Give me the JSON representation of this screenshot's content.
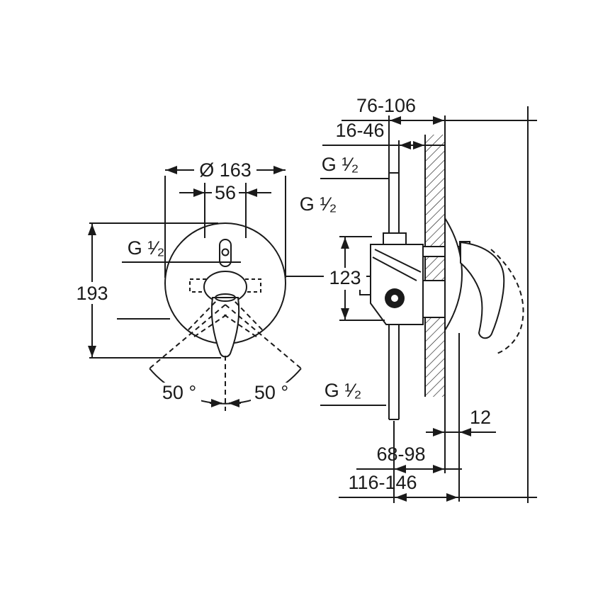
{
  "drawing": {
    "front": {
      "diameter": "Ø 163",
      "width": "56",
      "g_left": "G ¹⁄₂",
      "g_right": "G ¹⁄₂",
      "height": "193",
      "angle_left": "50 °",
      "angle_right": "50 °"
    },
    "side": {
      "depth_range_top": "76-106",
      "depth_range_inner": "16-46",
      "g_top": "G ¹⁄₂",
      "height": "123",
      "g_bottom": "G ¹⁄₂",
      "plate_depth": "12",
      "depth_range_lower": "68-98",
      "depth_range_bottom": "116-146"
    },
    "colors": {
      "line": "#1a1a1a",
      "background": "#ffffff"
    }
  }
}
